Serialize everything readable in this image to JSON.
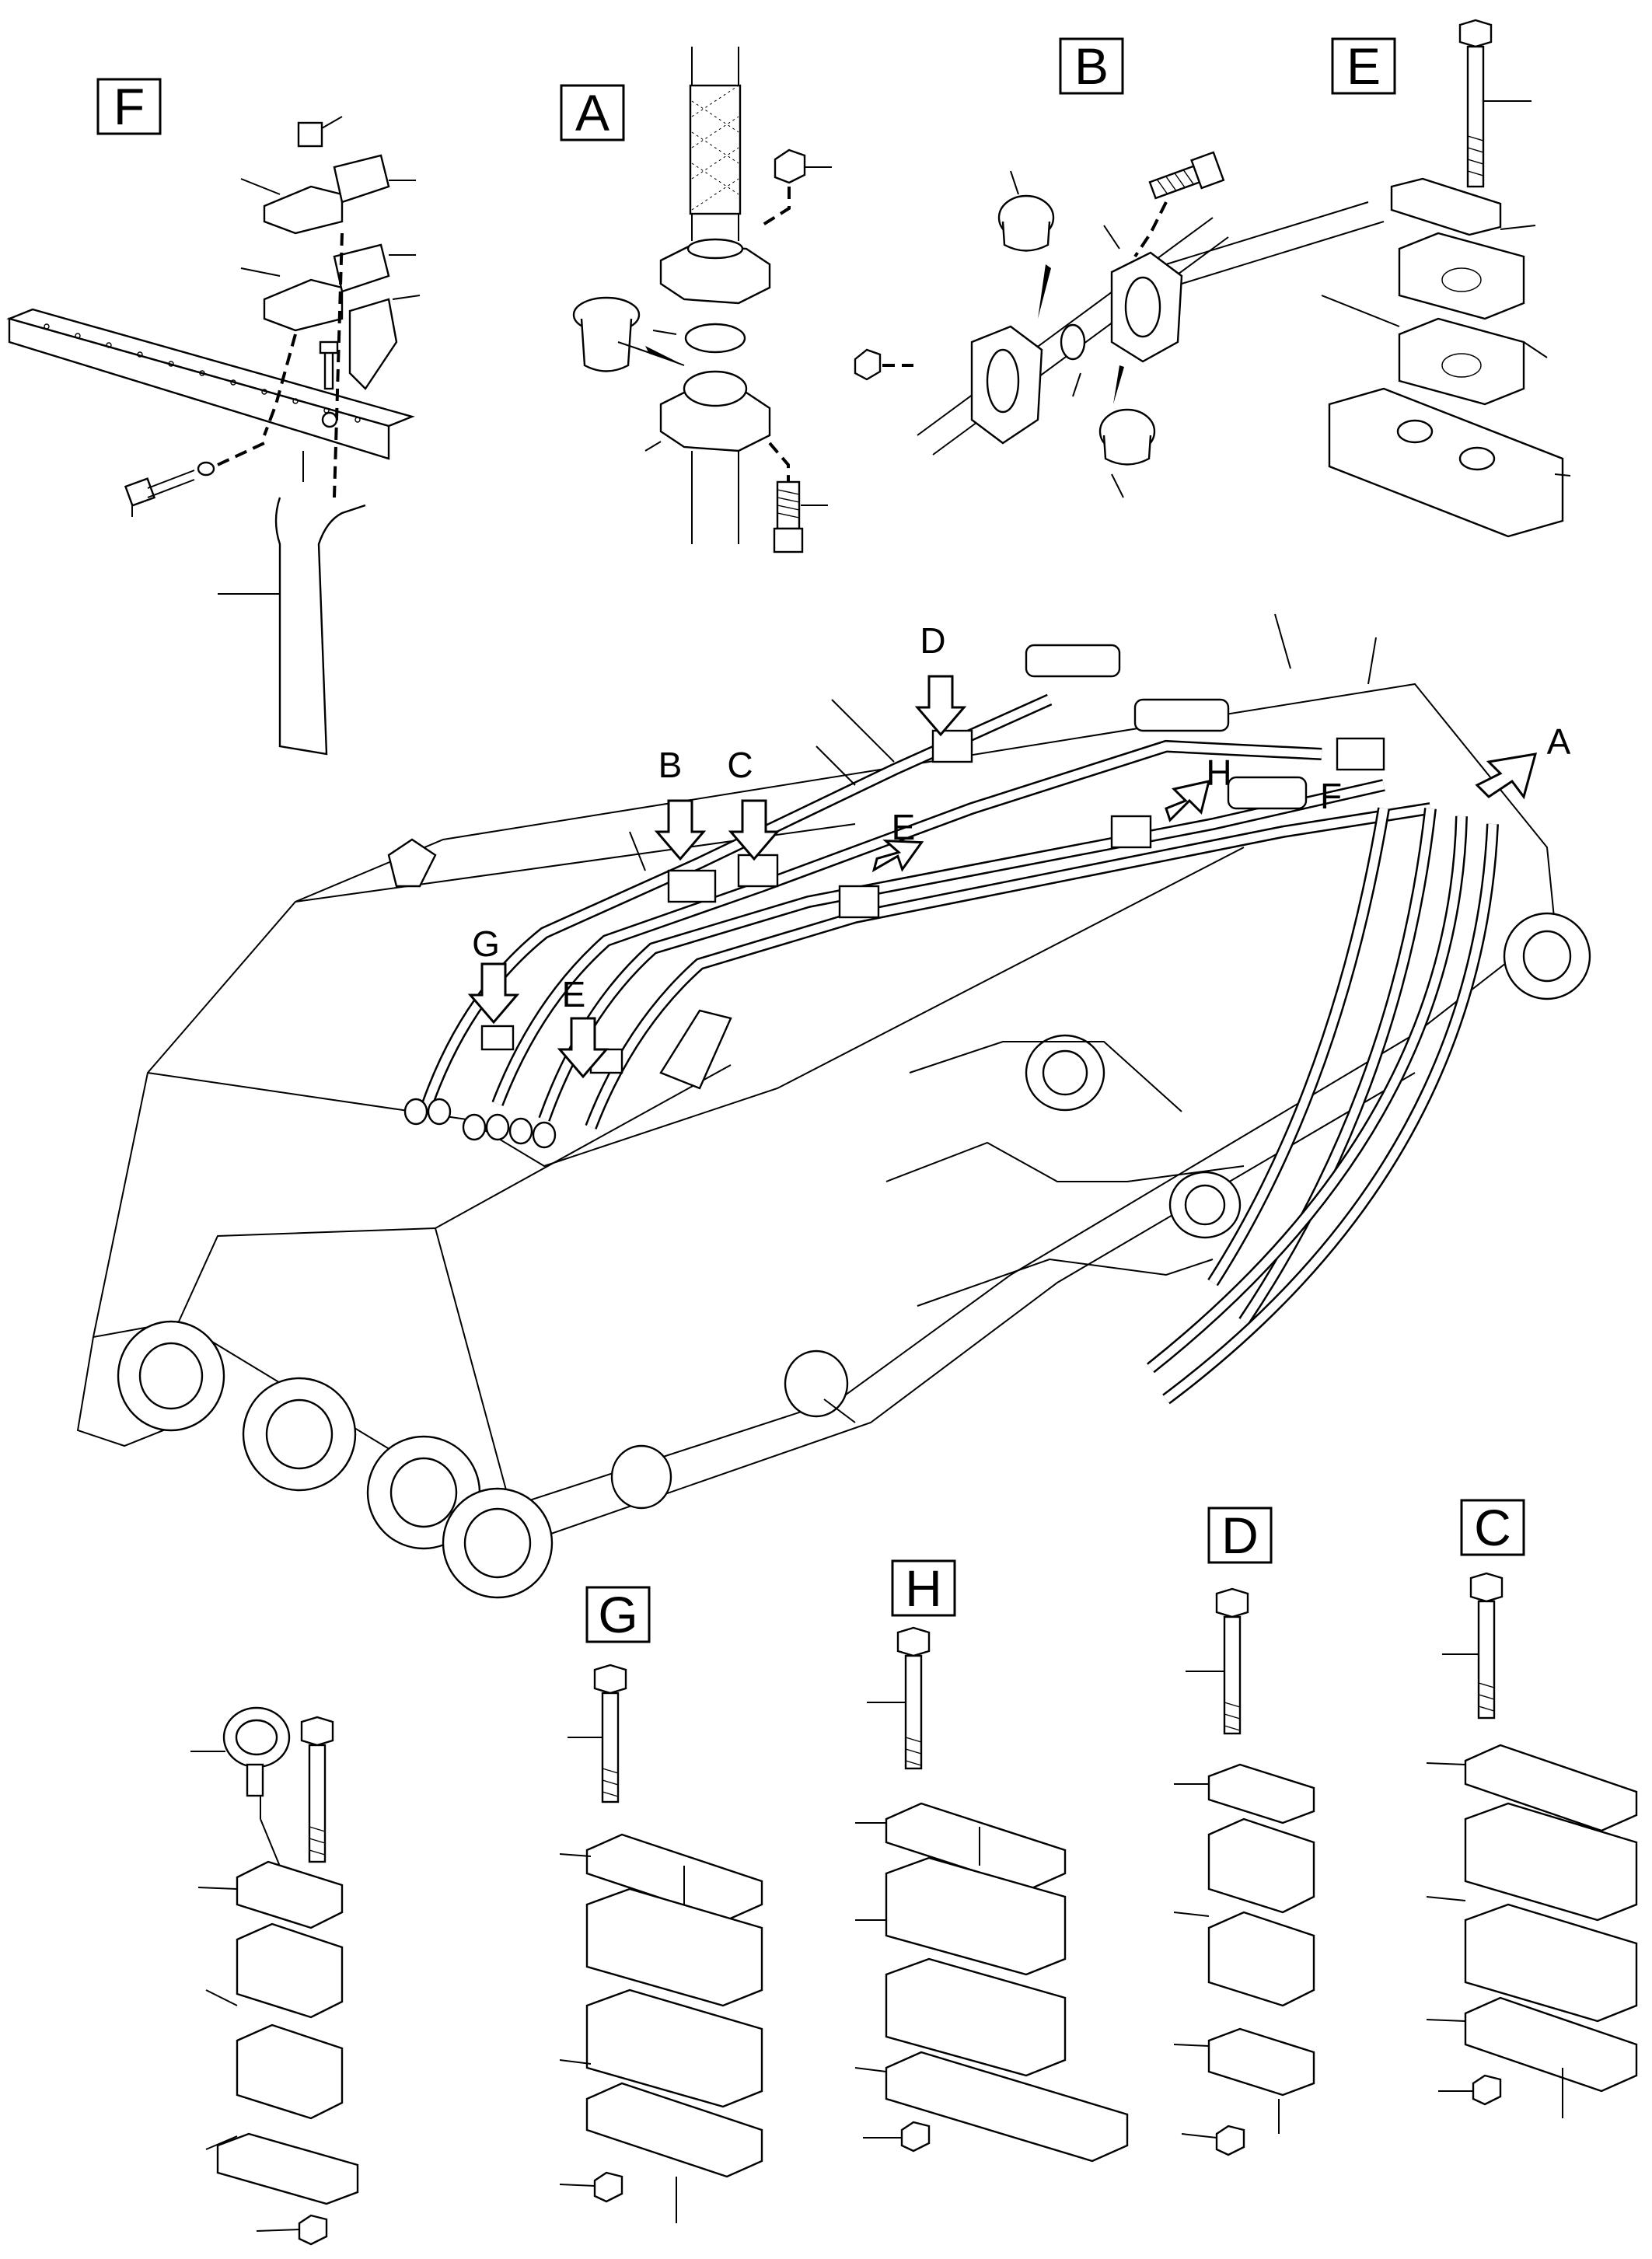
{
  "detail_labels": {
    "A": "A",
    "B": "B",
    "C": "C",
    "D": "D",
    "E": "E",
    "F": "F",
    "G": "G",
    "H": "H"
  },
  "callouts": {
    "A": "A",
    "B": "B",
    "C": "C",
    "D": "D",
    "E_upper": "E",
    "E_lower": "E",
    "F": "F",
    "G": "G",
    "H": "H"
  }
}
